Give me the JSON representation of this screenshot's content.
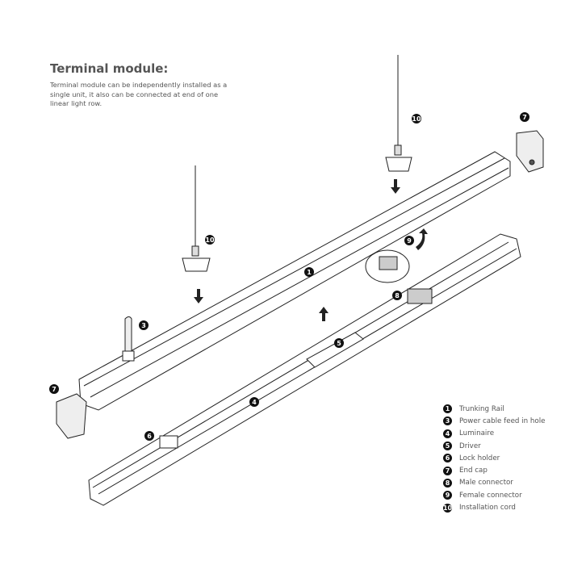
{
  "title": "Terminal module:",
  "description": "Terminal module can be independently installed as a single unit,  it also can be connected at end of one linear light row.",
  "legend": [
    {
      "num": "1",
      "label": "Trunking Rail"
    },
    {
      "num": "3",
      "label": "Power cable feed in hole"
    },
    {
      "num": "4",
      "label": "Luminaire"
    },
    {
      "num": "5",
      "label": "Driver"
    },
    {
      "num": "6",
      "label": "Lock holder"
    },
    {
      "num": "7",
      "label": "End cap"
    },
    {
      "num": "8",
      "label": "Male connector"
    },
    {
      "num": "9",
      "label": "Female connector"
    },
    {
      "num": "10",
      "label": "Installation cord"
    }
  ],
  "markers": {
    "m1": "1",
    "m3": "3",
    "m4": "4",
    "m5": "5",
    "m6": "6",
    "m7a": "7",
    "m7b": "7",
    "m8": "8",
    "m9": "9",
    "m10a": "10",
    "m10b": "10"
  }
}
